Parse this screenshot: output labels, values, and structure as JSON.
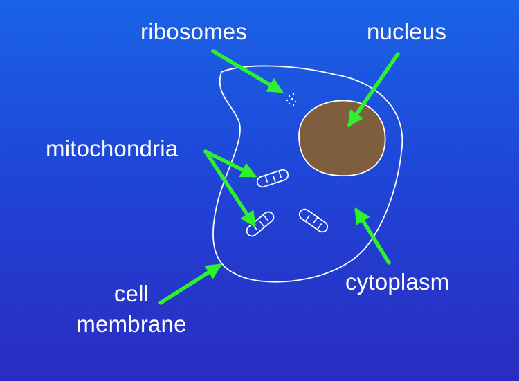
{
  "labels": {
    "ribosomes": "ribosomes",
    "nucleus": "nucleus",
    "mitochondria": "mitochondria",
    "cytoplasm": "cytoplasm",
    "cell_membrane_line1": "cell",
    "cell_membrane_line2": "membrane"
  },
  "colors": {
    "background_top": "#1a63e6",
    "background_bottom": "#2a2cc0",
    "outline": "#ffffff",
    "nucleus_fill": "#7f5e3d",
    "arrow": "#2ef02e",
    "text": "#ffffff"
  }
}
